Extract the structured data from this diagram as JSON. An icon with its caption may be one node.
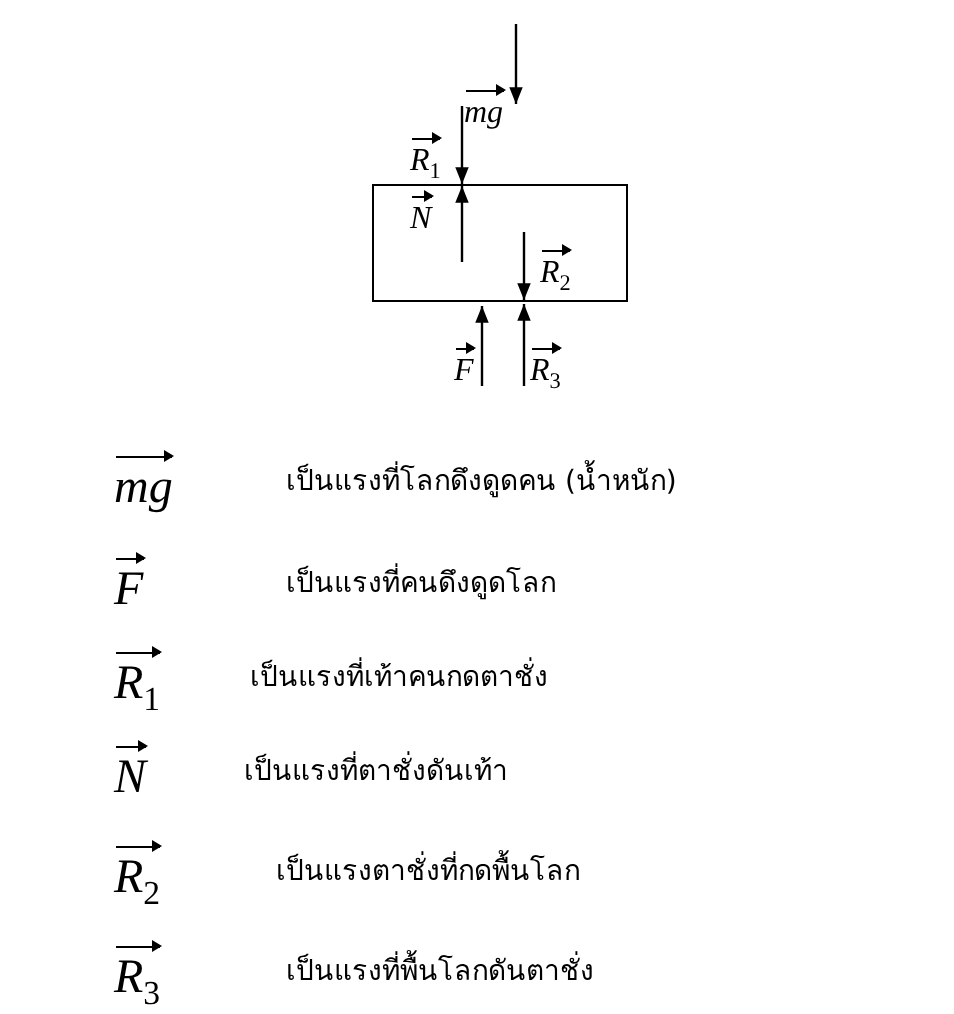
{
  "diagram": {
    "nodes": [
      {
        "text": [],
        "shape": "box"
      }
    ],
    "edges": [],
    "labels": [
      "mg",
      "R$_{1}$",
      "N",
      "R$_{2}$",
      "F",
      "R$_{3}$",
      "mg",
      "เป็นแรงที่โลกดึงดูดคน (น้ำหนัก)",
      "F",
      "เป็นแรงที่คนดึงดูดโลก",
      "R$_{1}$",
      "เป็นแรงที่เท้าคนกดตาชั่ง",
      "N",
      "เป็นแรงที่ตาชั่งดันเท้า",
      "R$_{2}$",
      "เป็นแรงตาชั่งที่กดพื้นโลก",
      "R$_{3}$",
      "เป็นแรงที่พื้นโลกดันตาชั่ง"
    ]
  }
}
